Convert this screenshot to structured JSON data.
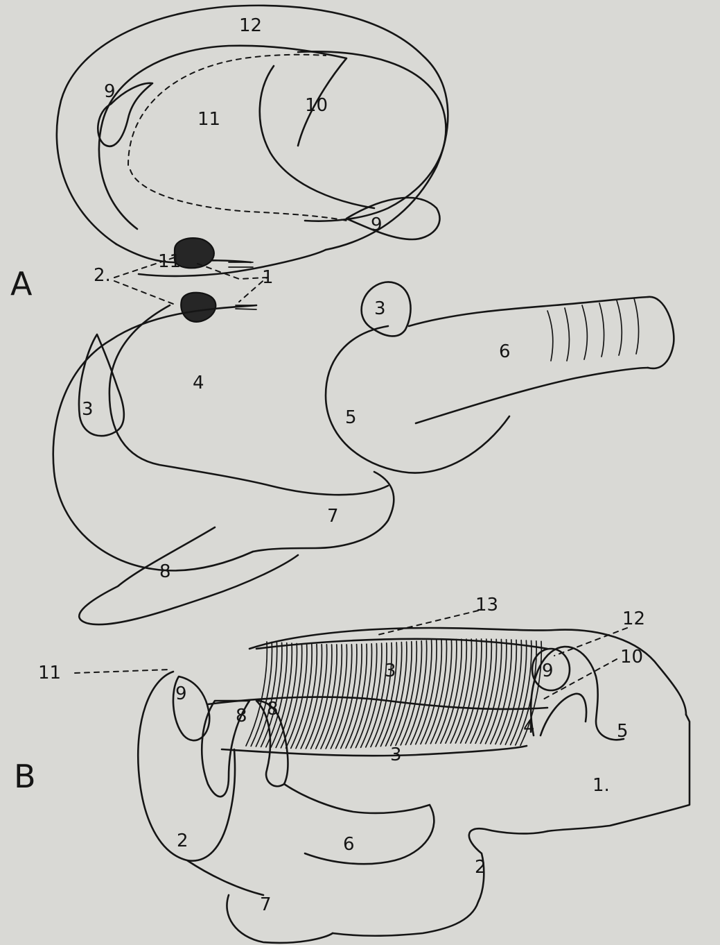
{
  "diagram": {
    "figure_labels": {
      "a": "A",
      "b": "B"
    },
    "part_labels_a": [
      "12",
      "9",
      "11",
      "10",
      "9",
      "11",
      "2.",
      "1",
      "3",
      "6",
      "4",
      "3",
      "5",
      "7",
      "8"
    ],
    "part_labels_b": [
      "13",
      "12",
      "10",
      "11",
      "9",
      "3",
      "9",
      "4",
      "5",
      "8",
      "8",
      "3",
      "1.",
      "2",
      "6",
      "2",
      "7"
    ]
  }
}
